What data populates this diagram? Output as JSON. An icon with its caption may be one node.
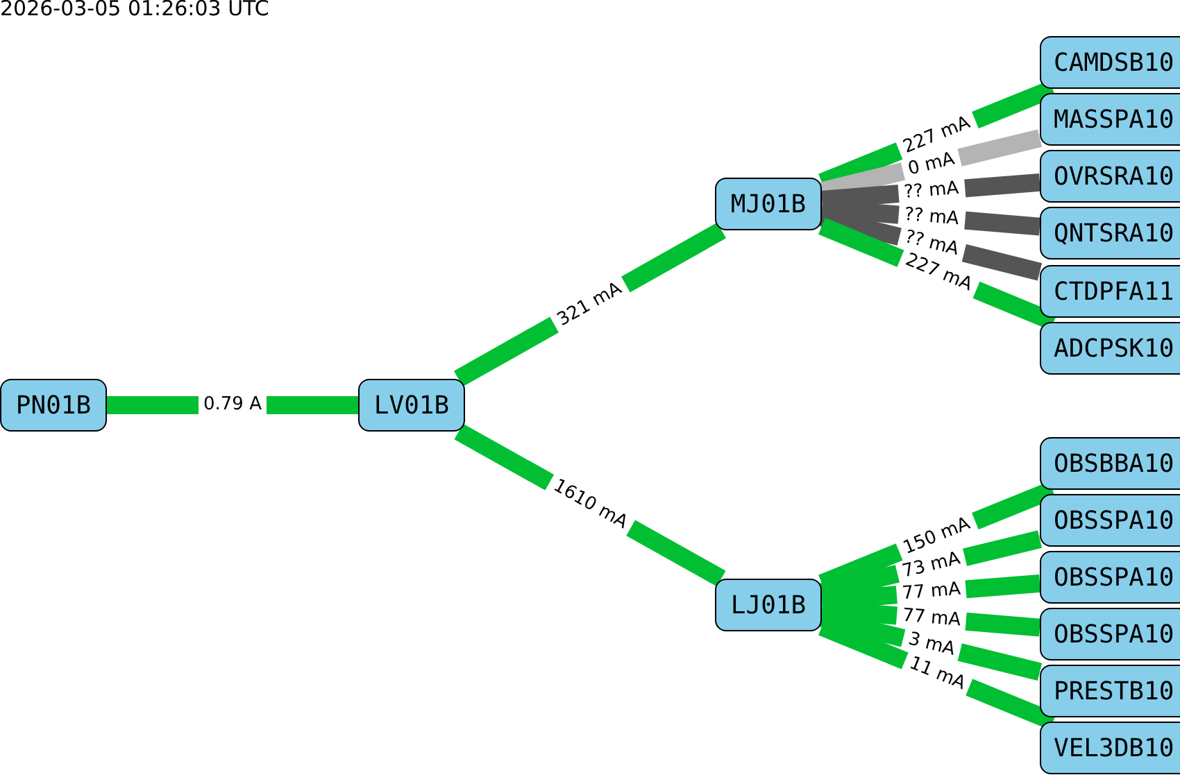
{
  "diagram": {
    "nodes": [
      {
        "text": [
          "PN01B"
        ]
      },
      {
        "text": [
          "LV01B"
        ]
      },
      {
        "text": [
          "MJ01B"
        ]
      },
      {
        "text": [
          "LJ01B"
        ]
      },
      {
        "text": [
          "CAMDSB10"
        ]
      },
      {
        "text": [
          "MASSPA10"
        ]
      },
      {
        "text": [
          "OVRSRA10"
        ]
      },
      {
        "text": [
          "QNTSRA10"
        ]
      },
      {
        "text": [
          "CTDPFA11"
        ]
      },
      {
        "text": [
          "ADCPSK10"
        ]
      },
      {
        "text": [
          "OBSBBA10"
        ]
      },
      {
        "text": [
          "OBSSPA10"
        ]
      },
      {
        "text": [
          "OBSSPA10"
        ]
      },
      {
        "text": [
          "OBSSPA10"
        ]
      },
      {
        "text": [
          "PRESTB10"
        ]
      },
      {
        "text": [
          "VEL3DB10"
        ]
      }
    ],
    "edges": [
      {
        "from": 0,
        "to": 1,
        "arrow": "none",
        "label": "0.79 A"
      },
      {
        "from": 1,
        "to": 2,
        "arrow": "none",
        "label": "321 mA"
      },
      {
        "from": 1,
        "to": 3,
        "arrow": "none",
        "label": "1610 mA"
      },
      {
        "from": 2,
        "to": 4,
        "arrow": "none",
        "label": "227 mA"
      },
      {
        "from": 2,
        "to": 5,
        "arrow": "none",
        "label": "0 mA",
        "color": "#b4b4b4"
      },
      {
        "from": 2,
        "to": 6,
        "arrow": "none",
        "label": "?? mA",
        "color": "#555555"
      },
      {
        "from": 2,
        "to": 7,
        "arrow": "none",
        "label": "?? mA",
        "color": "#555555"
      },
      {
        "from": 2,
        "to": 8,
        "arrow": "none",
        "label": "?? mA",
        "color": "#555555"
      },
      {
        "from": 2,
        "to": 9,
        "arrow": "none",
        "label": "227 mA"
      },
      {
        "from": 3,
        "to": 10,
        "arrow": "none",
        "label": "150 mA"
      },
      {
        "from": 3,
        "to": 11,
        "arrow": "none",
        "label": "73 mA"
      },
      {
        "from": 3,
        "to": 12,
        "arrow": "none",
        "label": "77 mA"
      },
      {
        "from": 3,
        "to": 13,
        "arrow": "none",
        "label": "77 mA"
      },
      {
        "from": 3,
        "to": 14,
        "arrow": "none",
        "label": "3 mA"
      },
      {
        "from": 3,
        "to": 15,
        "arrow": "none",
        "label": "11 mA"
      }
    ],
    "labels": [
      "2026-03-05 01:26:03 UTC"
    ]
  }
}
